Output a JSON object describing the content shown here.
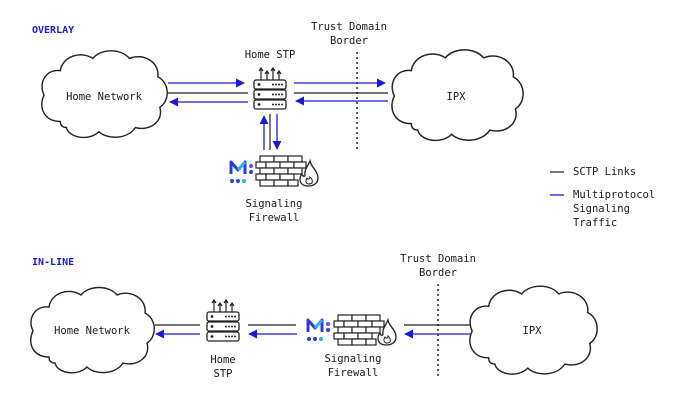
{
  "colors": {
    "signaling": "#1a1ad6",
    "sctp": "#222222",
    "section_label": "#1a1ad6",
    "logo_blue": "#2b3cdb",
    "logo_cyan": "#29b6e8",
    "logo_purple": "#7b3ff2"
  },
  "overlay": {
    "section_label": "OVERLAY",
    "home_network_label": "Home Network",
    "home_stp_label": "Home STP",
    "ipx_label": "IPX",
    "trust_border_line1": "Trust Domain",
    "trust_border_line2": "Border",
    "firewall_line1": "Signaling",
    "firewall_line2": "Firewall"
  },
  "inline": {
    "section_label": "IN-LINE",
    "home_network_label": "Home Network",
    "home_stp_line1": "Home",
    "home_stp_line2": "STP",
    "ipx_label": "IPX",
    "trust_border_line1": "Trust Domain",
    "trust_border_line2": "Border",
    "firewall_line1": "Signaling",
    "firewall_line2": "Firewall"
  },
  "legend": {
    "sctp_label": "SCTP Links",
    "signaling_line1": "Multiprotocol",
    "signaling_line2": "Signaling",
    "signaling_line3": "Traffic"
  },
  "icons": {
    "stp": "server-stack-icon",
    "firewall": "brick-firewall-icon",
    "flame": "flame-icon",
    "vendor_logo": "vendor-logo-icon"
  }
}
